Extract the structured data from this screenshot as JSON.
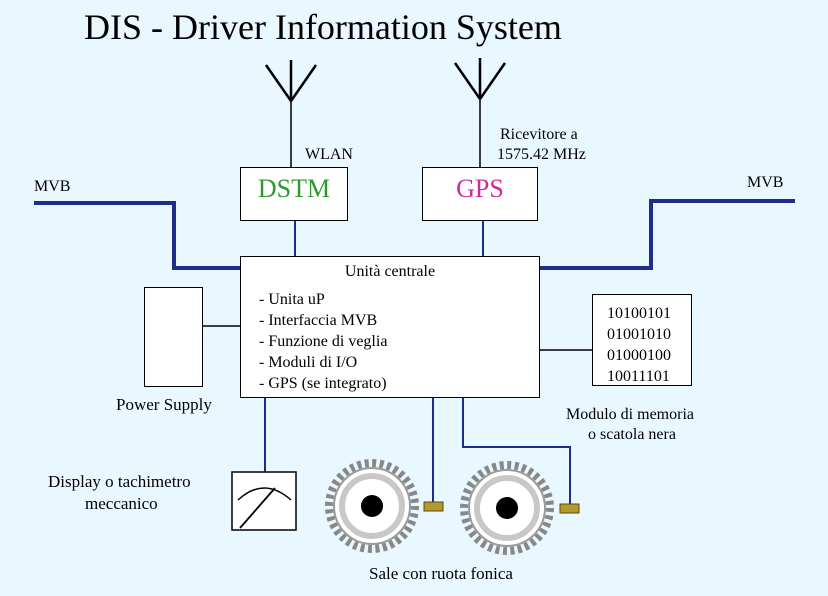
{
  "title": "DIS - Driver Information System",
  "dstm": {
    "label": "DSTM",
    "antenna_label": "WLAN",
    "color": "#2e9a2e"
  },
  "gps": {
    "label": "GPS",
    "antenna_label_1": "Ricevitore a",
    "antenna_label_2": "1575.42 MHz",
    "color": "#cc2b9b"
  },
  "mvb_left": "MVB",
  "mvb_right": "MVB",
  "central_unit": {
    "title": "Unità centrale",
    "items": [
      "- Unita uP",
      "- Interfaccia MVB",
      "- Funzione di veglia",
      "- Moduli di I/O",
      "- GPS (se integrato)"
    ]
  },
  "power_supply": "Power Supply",
  "memory": {
    "bits": [
      "10100101",
      "01001010",
      "01000100",
      "10011101"
    ],
    "label_1": "Modulo di memoria",
    "label_2": "o scatola nera"
  },
  "display": {
    "label_1": "Display o tachimetro",
    "label_2": "meccanico"
  },
  "wheels_label": "Sale con ruota fonica",
  "colors": {
    "background": "#e9f8ff",
    "bus": "#1f2d8a",
    "sensor": "#b39a2a"
  }
}
